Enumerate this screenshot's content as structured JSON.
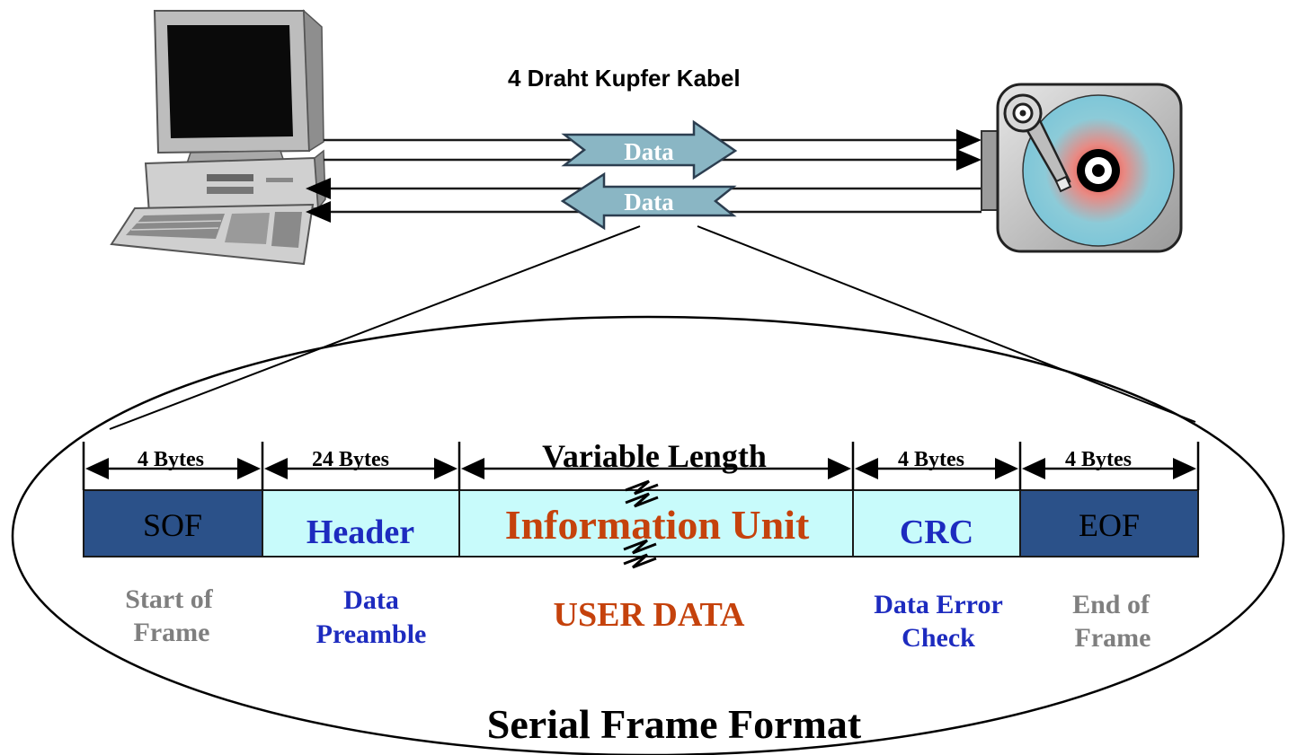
{
  "cable_label": "4 Draht Kupfer Kabel",
  "arrows": {
    "forward_label": "Data",
    "backward_label": "Data"
  },
  "frame": {
    "fields": [
      {
        "size": "4 Bytes",
        "name": "SOF",
        "description_lines": [
          "Start of",
          "Frame"
        ]
      },
      {
        "size": "24 Bytes",
        "name": "Header",
        "description_lines": [
          "Data",
          "Preamble"
        ]
      },
      {
        "size": "Variable Length",
        "name": "Information Unit",
        "description_lines": [
          "USER DATA"
        ]
      },
      {
        "size": "4 Bytes",
        "name": "CRC",
        "description_lines": [
          "Data Error",
          "Check"
        ]
      },
      {
        "size": "4 Bytes",
        "name": "EOF",
        "description_lines": [
          "End of",
          "Frame"
        ]
      }
    ],
    "title": "Serial Frame Format"
  },
  "colors": {
    "dark_field": "#2b5189",
    "light_field": "#c8fbfb",
    "info_text": "#c5420c",
    "blue_text": "#1d2bbf",
    "grey_text": "#7f7f7f",
    "arrow_fill": "#8ab6c4",
    "disk_platter": "#7ec6d8",
    "disk_case": "#c6c6c6"
  },
  "icons": [
    "computer-icon",
    "hard-disk-icon"
  ]
}
